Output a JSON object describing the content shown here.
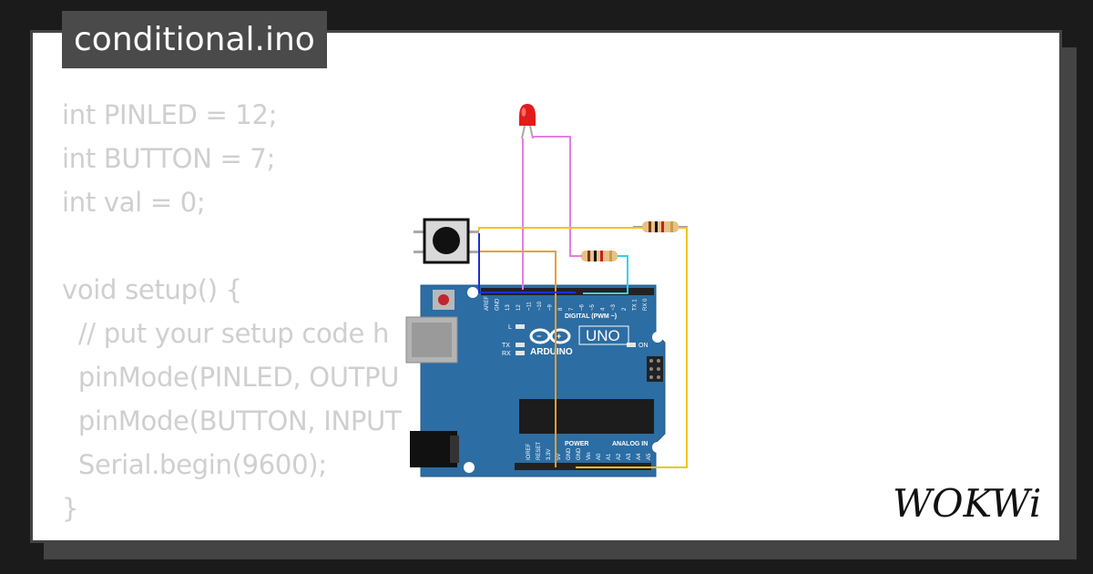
{
  "file_tab": {
    "title": "conditional.ino"
  },
  "code_lines": [
    "int PINLED = 12;",
    "int BUTTON = 7;",
    "int val = 0;",
    "",
    "void setup() {",
    "  // put your setup code h",
    "  pinMode(PINLED, OUTPU",
    "  pinMode(BUTTON, INPUT",
    "  Serial.begin(9600);",
    "}"
  ],
  "board": {
    "brand": "ARDUINO",
    "model": "UNO",
    "digital_label": "DIGITAL (PWM ~)",
    "power_label": "POWER",
    "analog_label": "ANALOG IN",
    "on_label": "ON",
    "led_l": "L",
    "led_tx": "TX",
    "led_rx": "RX",
    "top_pins": [
      "AREF",
      "GND",
      "13",
      "12",
      "~11",
      "~10",
      "~9",
      "8",
      "7",
      "~6",
      "~5",
      "4",
      "~3",
      "2",
      "TX 1",
      "RX 0"
    ],
    "bottom_pins": [
      "IOREF",
      "RESET",
      "3.3V",
      "5V",
      "GND",
      "GND",
      "Vin",
      "A0",
      "A1",
      "A2",
      "A3",
      "A4",
      "A5"
    ]
  },
  "logo": {
    "text": "WOKWi"
  },
  "colors": {
    "board": "#2c6da3",
    "wire_pink": "#e27fe0",
    "wire_yellow": "#f2c318",
    "wire_orange": "#e8a032",
    "wire_blue": "#1e2fd6",
    "wire_cyan": "#35d2e8",
    "led_red": "#e21b1b"
  }
}
